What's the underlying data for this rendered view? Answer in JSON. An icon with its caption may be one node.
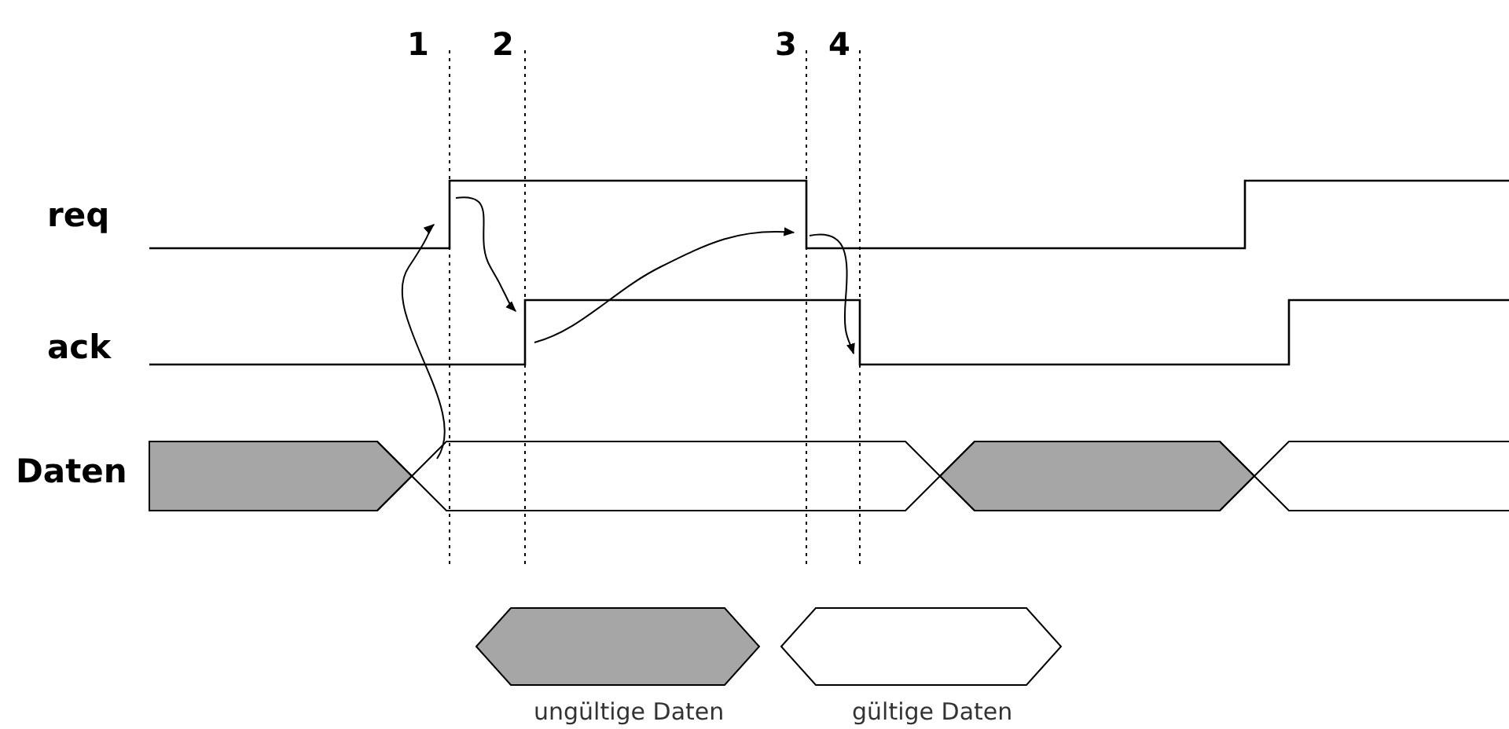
{
  "diagram": {
    "labels": [
      "1",
      "2",
      "3",
      "4",
      "req",
      "ack",
      "Daten"
    ],
    "legend": [
      {
        "text": "ungültige Daten",
        "color": "#a6a6a6"
      },
      {
        "text": "gültige Daten",
        "color": "#ffffff"
      }
    ]
  }
}
